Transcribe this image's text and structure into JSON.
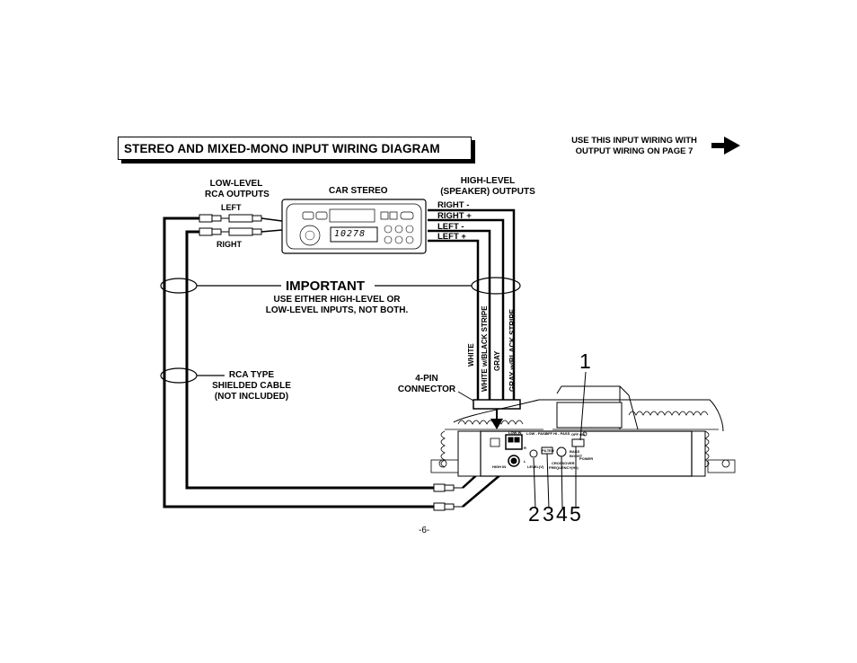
{
  "title": "STEREO AND MIXED-MONO INPUT WIRING DIAGRAM",
  "note": {
    "line1": "USE THIS INPUT WIRING WITH",
    "line2": "OUTPUT WIRING ON PAGE 7"
  },
  "low_level": {
    "line1": "LOW-LEVEL",
    "line2": "RCA OUTPUTS",
    "left": "LEFT",
    "right": "RIGHT"
  },
  "car_stereo": "CAR STEREO",
  "stereo_display": "10278",
  "high_level": {
    "line1": "HIGH-LEVEL",
    "line2": "(SPEAKER) OUTPUTS"
  },
  "speaker_outputs": [
    "RIGHT -",
    "RIGHT +",
    "LEFT -",
    "LEFT +"
  ],
  "important": {
    "heading": "IMPORTANT",
    "line1": "USE EITHER HIGH-LEVEL OR",
    "line2": "LOW-LEVEL INPUTS, NOT BOTH."
  },
  "wires": [
    "WHITE",
    "WHITE w/BLACK STRIPE",
    "GRAY",
    "GRAY w/BLACK STRIPE"
  ],
  "rca_cable": {
    "line1": "RCA TYPE",
    "line2": "SHIELDED CABLE",
    "line3": "(NOT INCLUDED)"
  },
  "connector": {
    "line1": "4-PIN",
    "line2": "CONNECTOR"
  },
  "amp_labels": {
    "low_in": "LOW IN",
    "high_in": "HIGH IN",
    "low_pass": "LOW - PASS",
    "off_hi_pass": "OFF  HI - PASS",
    "filter": "FILTER",
    "level": "LEVEL(V)",
    "crossover": "CROSSOVER",
    "frequency": "FREQUENCY(Hz)",
    "off_on": "OFF ON",
    "bass_boost": "BASS BOOST",
    "power": "POWER",
    "ch_r": "R",
    "ch_l": "L"
  },
  "callouts": [
    "1",
    "2",
    "3",
    "4",
    "5"
  ],
  "page_number": "-6-"
}
